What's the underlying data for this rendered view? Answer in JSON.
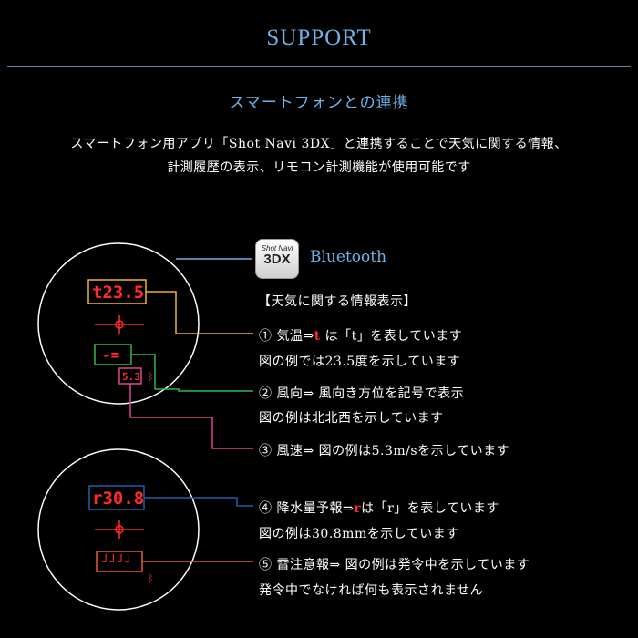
{
  "header": {
    "title": "SUPPORT",
    "subtitle": "スマートフォンとの連携",
    "intro_line1": "スマートフォン用アプリ「Shot Navi 3DX」と連携することで天気に関する情報、",
    "intro_line2": "計測履歴の表示、リモコン計測機能が使用可能です"
  },
  "bluetooth": {
    "app_icon_small": "Shot Navi",
    "app_icon_big": "3DX",
    "label": "Bluetooth"
  },
  "weather": {
    "heading": "【天気に関する情報表示】",
    "item1_prefix": "① 気温⇒",
    "item1_glyph": "t",
    "item1_suffix": " は「t」を表しています",
    "item1_line2": "図の例では23.5度を示しています",
    "item2_line1": "② 風向⇒ 風向き方位を記号で表示",
    "item2_line2": "図の例は北北西を示しています",
    "item3_line1": "③ 風速⇒ 図の例は5.3m/sを示しています",
    "item4_prefix": "④ 降水量予報⇒",
    "item4_glyph": "r",
    "item4_suffix": "は「r」を表しています",
    "item4_line2": "図の例は30.8mmを示しています",
    "item5_line1": "⑤ 雷注意報⇒ 図の例は発令中を示しています",
    "item5_line2": "発令中でなければ何も表示されません"
  },
  "display": {
    "temp": "t23.5",
    "wind_dir": "-=",
    "wind_speed": "5.3",
    "rain": "r30.8",
    "thunder": "┘┘┘┘"
  },
  "colors": {
    "accent": "#6fb3e8",
    "temp_line": "#f0b429",
    "wind_dir_line": "#2db84d",
    "wind_speed_line": "#e0458f",
    "rain_line": "#1f5fa8",
    "thunder_line": "#e85a3a",
    "lcd_red": "#ff2a2a"
  }
}
